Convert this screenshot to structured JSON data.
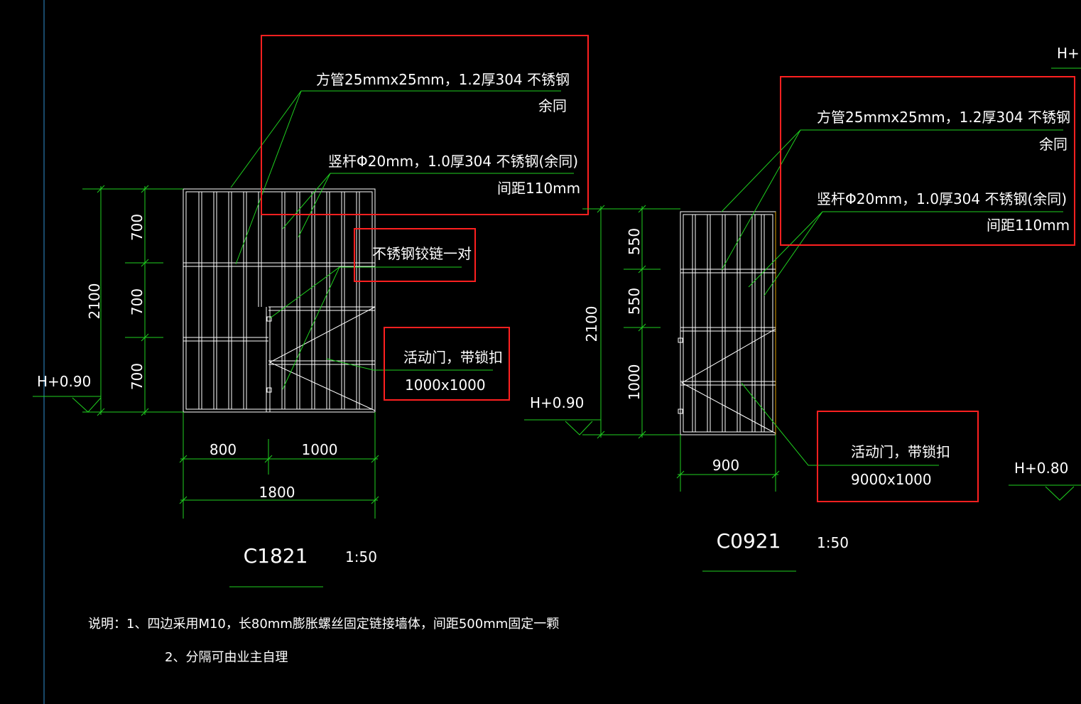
{
  "drawing_left": {
    "title": "C1821",
    "scale": "1:50",
    "level": "H+0.90",
    "overall_height": "2100",
    "segment_heights": [
      "700",
      "700",
      "700"
    ],
    "widths": [
      "800",
      "1000"
    ],
    "overall_width": "1800",
    "callout_tube_line1": "方管25mmx25mm，1.2厚304 不锈钢",
    "callout_tube_line2": "余同",
    "callout_bar_line1": "竖杆Φ20mm，1.0厚304 不锈钢(余同)",
    "callout_bar_line2": "间距110mm",
    "callout_hinge": "不锈钢铰链一对",
    "callout_door_line1": "活动门，带锁扣",
    "callout_door_line2": "1000x1000"
  },
  "drawing_right": {
    "title": "C0921",
    "scale": "1:50",
    "level": "H+0.90",
    "overall_height": "2100",
    "segment_heights": [
      "550",
      "550",
      "1000"
    ],
    "width": "900",
    "callout_tube_line1": "方管25mmx25mm，1.2厚304 不锈钢",
    "callout_tube_line2": "余同",
    "callout_bar_line1": "竖杆Φ20mm，1.0厚304 不锈钢(余同)",
    "callout_bar_line2": "间距110mm",
    "callout_door_line1": "活动门，带锁扣",
    "callout_door_line2": "9000x1000"
  },
  "edge_levels": [
    "H+",
    "H+0.80"
  ],
  "notes": {
    "line1": "说明：1、四边采用M10，长80mm膨胀螺丝固定链接墙体，间距500mm固定一颗",
    "line2": "2、分隔可由业主自理"
  },
  "colors": {
    "background": "#000000",
    "linework": "#ffffff",
    "dimension": "#1fcf1f",
    "highlight": "#ff2020",
    "frame_edge": "#e0a000"
  }
}
